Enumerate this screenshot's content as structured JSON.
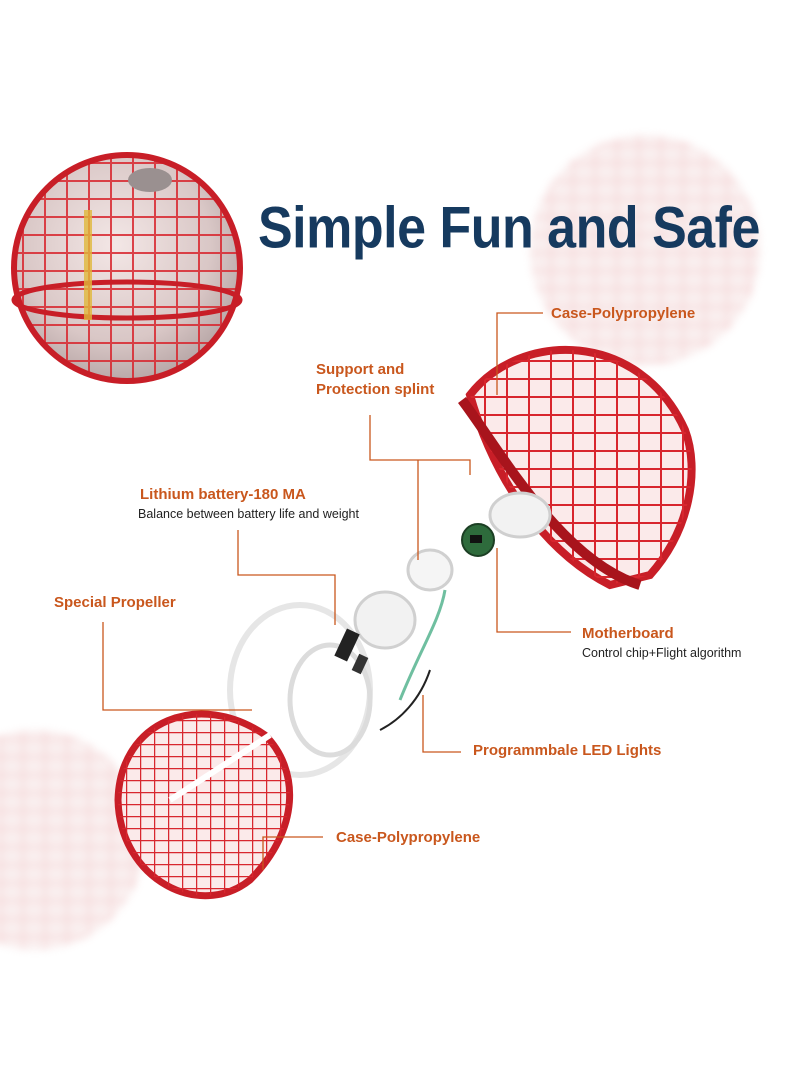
{
  "title": "Simple Fun and Safe",
  "labels": {
    "case_top": "Case-Polypropylene",
    "support_line1": "Support and",
    "support_line2": "Protection splint",
    "battery": "Lithium battery-180 MA",
    "battery_sub": "Balance between battery life and weight",
    "propeller": "Special Propeller",
    "motherboard": "Motherboard",
    "motherboard_sub": "Control chip+Flight algorithm",
    "led": "Programmbale LED Lights",
    "case_bottom": "Case-Polypropylene"
  },
  "colors": {
    "accent": "#c9571d",
    "title": "#163a5f",
    "shell": "#d8262e"
  }
}
